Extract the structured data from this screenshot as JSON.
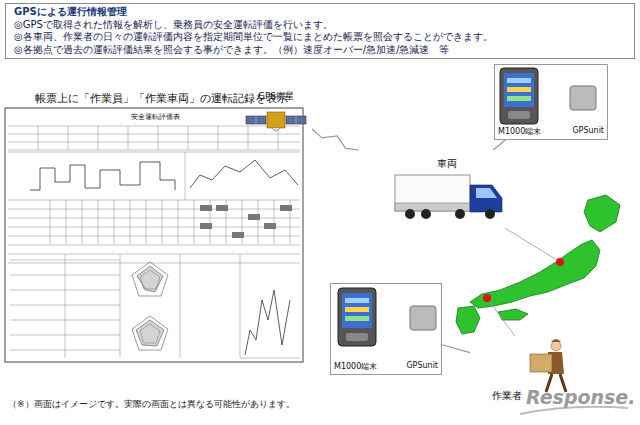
{
  "diagram": {
    "caption": "（※）画面はイメージです。実際の画面とは異なる可能性があります。",
    "nodes": [
      {
        "text": [
          "GPSによる運行情報管理",
          "◎GPSで取得された情報を解析し、乗務員の安全運転評価を行います。",
          "◎各車両、作業者の日々の運転評価内容を指定期間単位で一覧にまとめた帳票を照会することができます。",
          "◎各拠点で過去の運転評価結果を照会する事ができます。（例）速度オーバー/急加速/急減速　等"
        ]
      },
      {
        "text": [
          "帳票上に「作業員」「作業車両」の運転記録を表示",
          "安全運転評価表"
        ]
      },
      {
        "text": [
          "GPS衛星"
        ]
      },
      {
        "text": [
          "M1000端末",
          "GPSunit"
        ]
      },
      {
        "text": [
          "車両"
        ]
      },
      {
        "text": [
          "M1000端末",
          "GPSunit"
        ]
      },
      {
        "text": [
          "作業者"
        ]
      }
    ],
    "edges": [
      {
        "from": 2,
        "to": 4,
        "arrow": "none"
      },
      {
        "from": 3,
        "to": 4,
        "arrow": "none"
      },
      {
        "from": 5,
        "to": 6,
        "arrow": "none"
      }
    ],
    "labels": [
      "Response."
    ]
  }
}
